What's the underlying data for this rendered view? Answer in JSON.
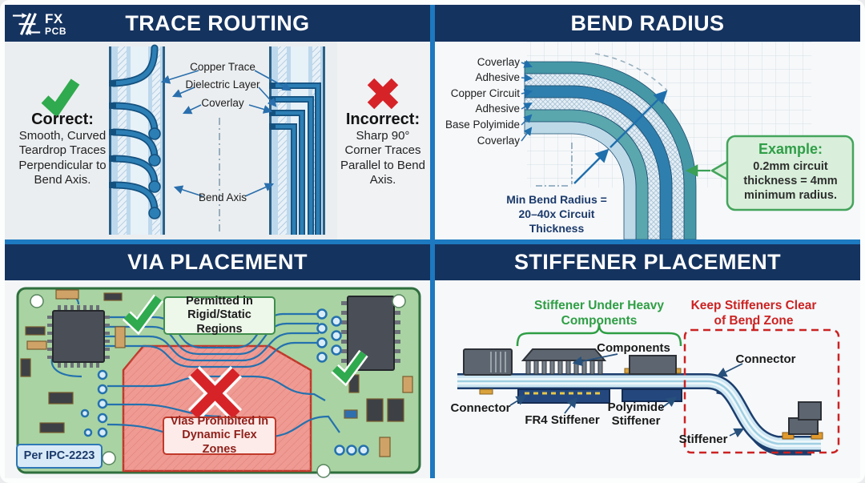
{
  "logo": {
    "top": "FX",
    "bottom": "PCB"
  },
  "trace_routing": {
    "title": "TRACE ROUTING",
    "correct_heading": "Correct:",
    "correct_body": "Smooth, Curved Teardrop Traces Perpendicular to Bend Axis.",
    "incorrect_heading": "Incorrect:",
    "incorrect_body": "Sharp 90° Corner Traces Parallel to Bend Axis.",
    "labels": {
      "copper_trace": "Copper Trace",
      "dielectric_layer": "Dielectric Layer",
      "coverlay": "Coverlay",
      "bend_axis": "Bend Axis"
    }
  },
  "bend_radius": {
    "title": "BEND RADIUS",
    "layers": [
      "Coverlay",
      "Adhesive",
      "Copper Circuit",
      "Adhesive",
      "Base Polyimide",
      "Coverlay"
    ],
    "note_line1": "Min Bend Radius =",
    "note_line2": "20–40x Circuit Thickness",
    "example_heading": "Example:",
    "example_body": "0.2mm circuit thickness = 4mm minimum radius."
  },
  "via_placement": {
    "title": "VIA PLACEMENT",
    "permitted": "Permitted in Rigid/Static Regions",
    "prohibited": "Vias Prohibited in Dynamic Flex Zones",
    "standard": "Per IPC-2223"
  },
  "stiffener_placement": {
    "title": "STIFFENER PLACEMENT",
    "green_zone": "Stiffener Under Heavy Components",
    "red_zone": "Keep Stiffeners Clear of Bend Zone",
    "labels": {
      "components": "Components",
      "connector_left": "Connector",
      "fr4": "FR4 Stiffener",
      "polyimide": "Polyimide Stiffener",
      "connector_right": "Connector",
      "stiffener": "Stiffener"
    }
  },
  "icons": {
    "correct": "check-icon",
    "incorrect": "cross-icon"
  },
  "colors": {
    "header_navy": "#15335f",
    "divider_blue": "#1d79c0",
    "correct_green": "#2faa4e",
    "error_red": "#d62328",
    "navy_text": "#1b3a6b",
    "green_text": "#2e9e44",
    "red_text": "#cc2222",
    "board_green": "#a9d3a2",
    "flex_blue": "#cde6f2"
  }
}
